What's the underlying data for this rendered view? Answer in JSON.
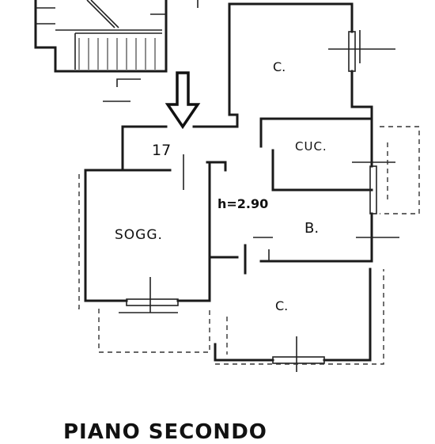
{
  "rooms": {
    "bedroom_top": "C.",
    "kitchen": "CUC.",
    "unit_number": "17",
    "ceiling_height": "h=2.90",
    "living": "SOGG.",
    "bathroom": "B.",
    "bedroom_bottom": "C."
  },
  "floor_title": "PIANO SECONDO",
  "icons": {
    "entrance": "entrance-arrow-icon"
  }
}
